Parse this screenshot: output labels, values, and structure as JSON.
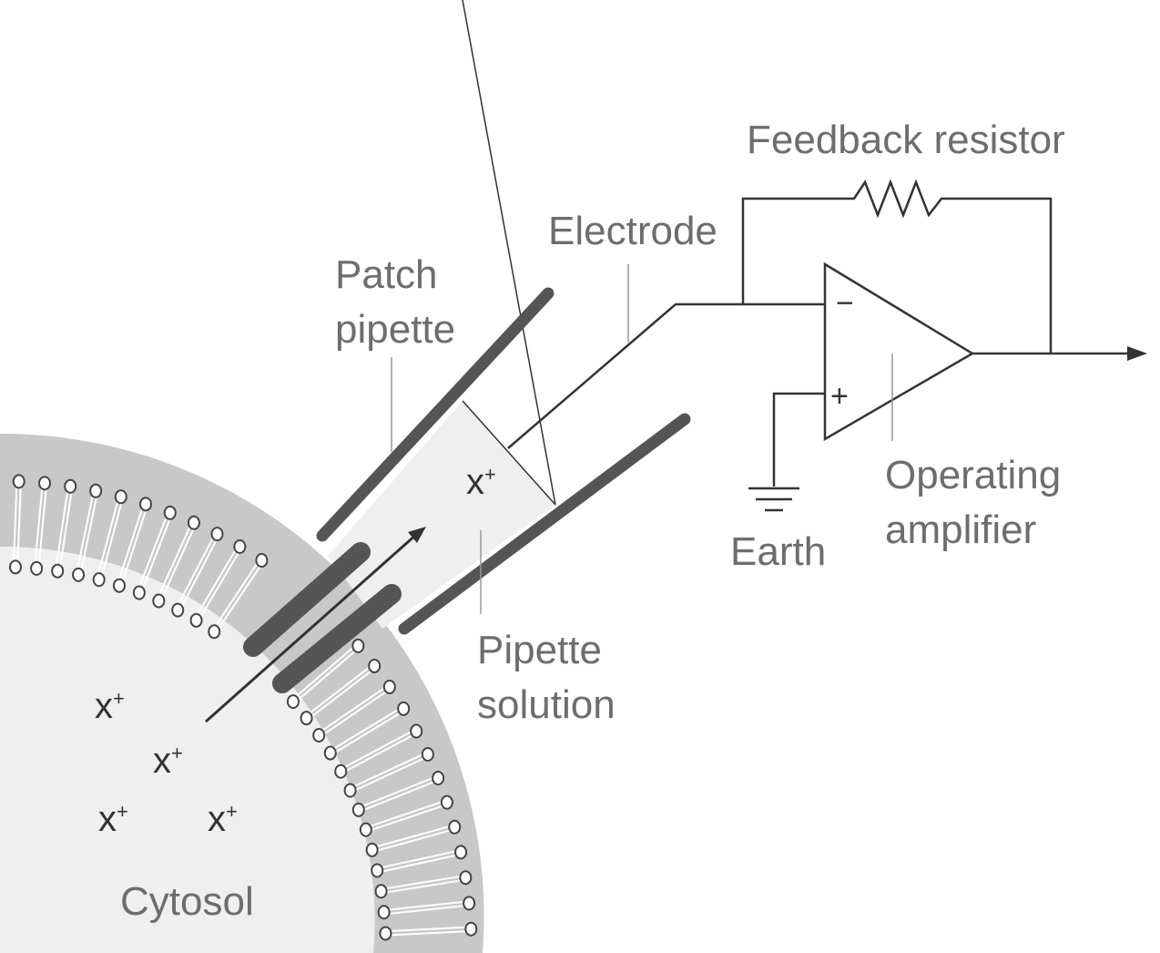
{
  "labels": {
    "feedback_resistor": "Feedback resistor",
    "electrode": "Electrode",
    "patch_pipette_line1": "Patch",
    "patch_pipette_line2": "pipette",
    "operating_amplifier_line1": "Operating",
    "operating_amplifier_line2": "amplifier",
    "earth": "Earth",
    "pipette_solution_line1": "Pipette",
    "pipette_solution_line2": "solution",
    "cytosol": "Cytosol"
  },
  "ion": {
    "symbol": "x",
    "charge": "+"
  },
  "amplifier": {
    "minus": "−",
    "plus": "+"
  },
  "colors": {
    "membrane": "#c8c8c8",
    "cytosol": "#efefef",
    "pipette_wall": "#555555",
    "wire": "#333333",
    "label": "#6d6d6d"
  }
}
